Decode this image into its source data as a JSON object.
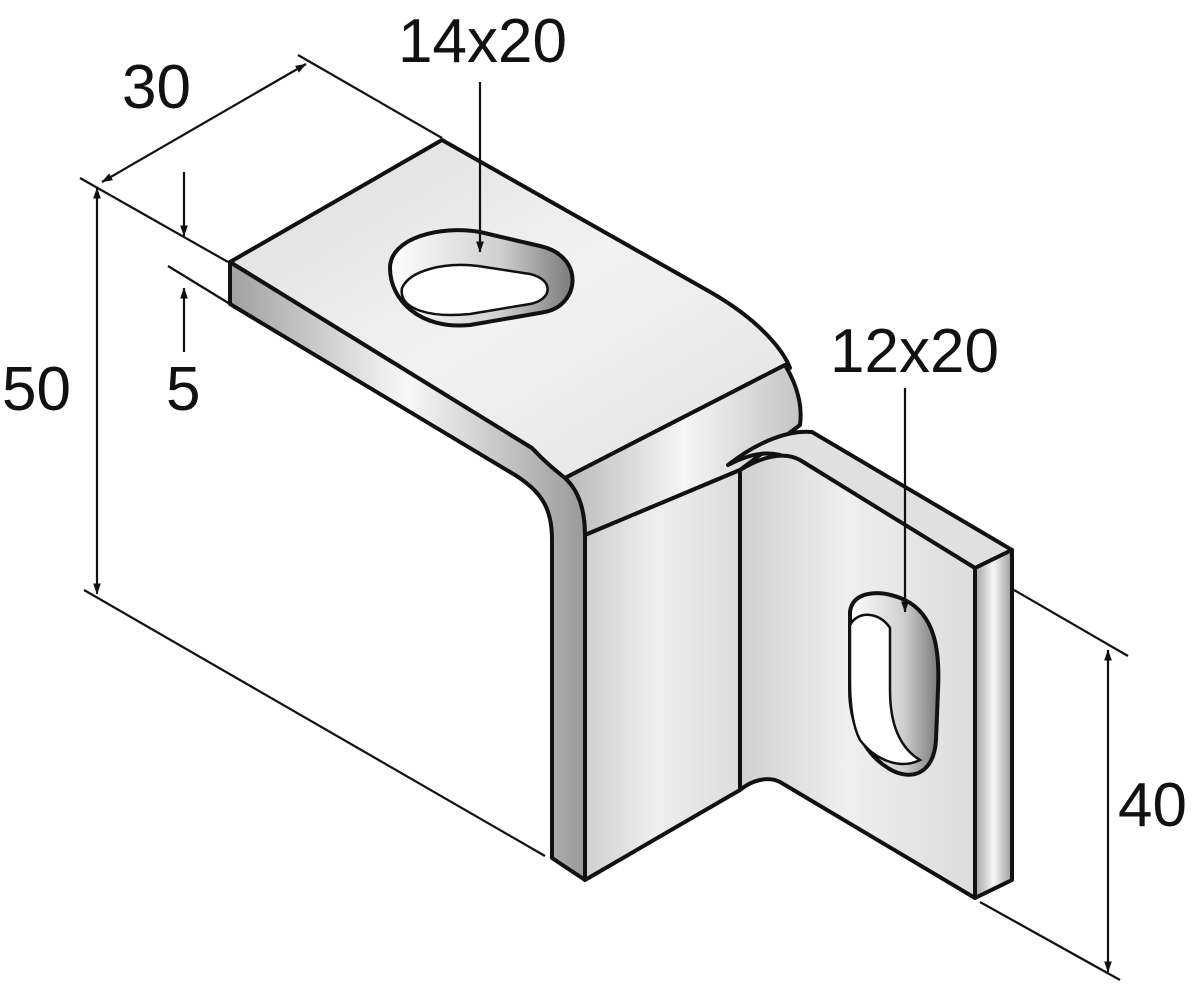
{
  "dimensions": {
    "width_top": "30",
    "thickness": "5",
    "height": "50",
    "hole_top": "14x20",
    "hole_side": "12x20",
    "side_height": "40"
  },
  "colors": {
    "outline": "#111111",
    "metal_light": "#f4f4f4",
    "metal_mid": "#d6d6d6",
    "metal_dark": "#a8a8a8",
    "background": "#ffffff"
  }
}
